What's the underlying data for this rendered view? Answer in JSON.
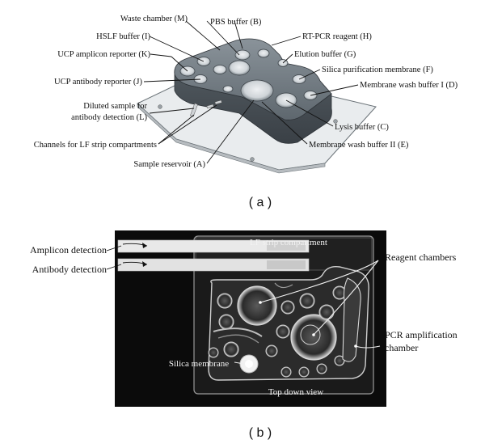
{
  "panel_a": {
    "caption": "( a )",
    "labels": {
      "waste": "Waste chamber (M)",
      "pbs": "PBS buffer (B)",
      "hslf": "HSLF buffer (I)",
      "rtpcr": "RT-PCR reagent (H)",
      "ucp_amp": "UCP amplicon reporter (K)",
      "elution": "Elution buffer (G)",
      "silica": "Silica purification membrane (F)",
      "ucp_ab": "UCP antibody reporter (J)",
      "mwb1": "Membrane wash buffer I (D)",
      "diluted1": "Diluted sample for",
      "diluted2": "antibody detection (L)",
      "lysis": "Lysis buffer (C)",
      "channels": "Channels for LF strip compartments",
      "mwb2": "Membrane wash buffer II (E)",
      "reservoir": "Sample reservoir (A)"
    }
  },
  "panel_b": {
    "caption": "( b )",
    "labels": {
      "amplicon": "Amplicon detection",
      "antibody": "Antibody detection",
      "lf_strip": "LF strip compartment",
      "reagent": "Reagent chambers",
      "pcr1": "PCR amplification",
      "pcr2": "chamber",
      "silica": "Silica membrane",
      "topdown": "Top down view"
    }
  }
}
